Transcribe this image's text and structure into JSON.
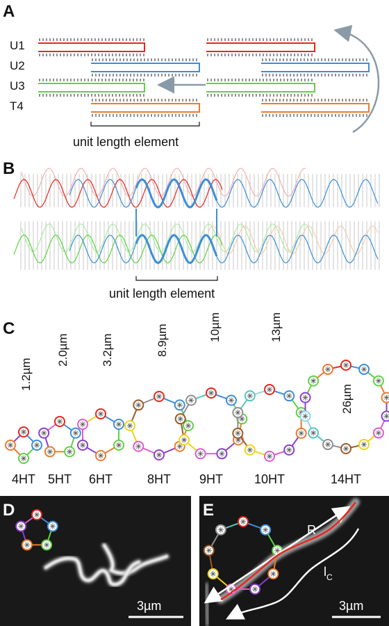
{
  "panels": {
    "a": "A",
    "b": "B",
    "c": "C",
    "d": "D",
    "e": "E"
  },
  "panel_a": {
    "rows": [
      "U1",
      "U2",
      "U3",
      "T4"
    ],
    "caption": "unit length element"
  },
  "panel_b": {
    "caption": "unit length element"
  },
  "panel_c": {
    "rings": [
      {
        "ht": "4HT",
        "size": "1.2µm"
      },
      {
        "ht": "5HT",
        "size": "2.0µm"
      },
      {
        "ht": "6HT",
        "size": "3.2µm"
      },
      {
        "ht": "8HT",
        "size": "8.9µm"
      },
      {
        "ht": "9HT",
        "size": "10µm"
      },
      {
        "ht": "10HT",
        "size": "13µm"
      },
      {
        "ht": "14HT",
        "size": "26µm"
      }
    ]
  },
  "panel_d": {
    "scale": "3µm"
  },
  "panel_e": {
    "scale": "3µm",
    "r_label": "R",
    "lc_label": "l",
    "lc_sub": "C"
  },
  "colors": {
    "red": "#e8261f",
    "blue": "#3b8ed8",
    "green": "#5fd245",
    "orange": "#ee7a2e",
    "purple": "#8a3fcf",
    "magenta": "#e05bd0",
    "yellow": "#ecd41f",
    "brown": "#9b5a2a",
    "gray": "#8f8f8f",
    "teal": "#55c3c2",
    "lightblue": "#8ed8e8"
  }
}
